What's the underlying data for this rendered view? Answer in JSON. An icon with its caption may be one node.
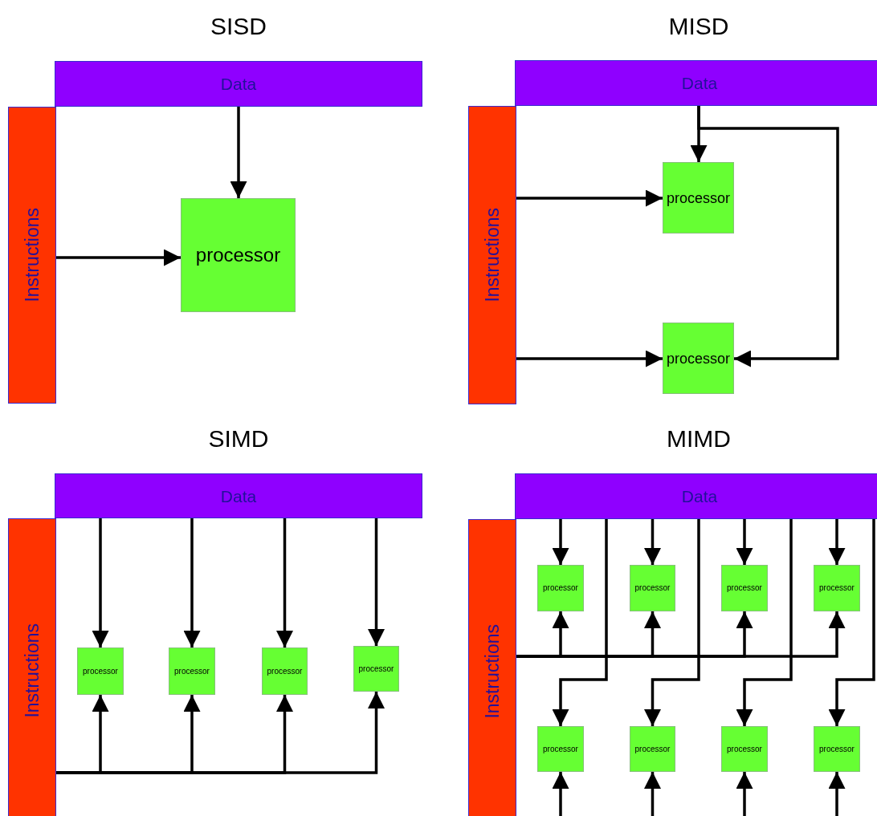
{
  "diagram": {
    "nodes": [
      {
        "text": [
          "Data"
        ]
      },
      {
        "text": [
          "Instructions"
        ]
      },
      {
        "text": [
          "processor"
        ]
      },
      {
        "text": [
          "Data"
        ]
      },
      {
        "text": [
          "Instructions"
        ]
      },
      {
        "text": [
          "processor"
        ]
      },
      {
        "text": [
          "processor"
        ]
      },
      {
        "text": [
          "Data"
        ]
      },
      {
        "text": [
          "Instructions"
        ]
      },
      {
        "text": [
          "processor"
        ]
      },
      {
        "text": [
          "processor"
        ]
      },
      {
        "text": [
          "processor"
        ]
      },
      {
        "text": [
          "processor"
        ]
      },
      {
        "text": [
          "Data"
        ]
      },
      {
        "text": [
          "Instructions"
        ]
      },
      {
        "text": [
          "processor"
        ]
      },
      {
        "text": [
          "processor"
        ]
      },
      {
        "text": [
          "processor"
        ]
      },
      {
        "text": [
          "processor"
        ]
      },
      {
        "text": [
          "processor"
        ]
      },
      {
        "text": [
          "processor"
        ]
      },
      {
        "text": [
          "processor"
        ]
      },
      {
        "text": [
          "processor"
        ]
      }
    ],
    "edges": [
      {
        "from": 0,
        "to": 2,
        "arrow": "to"
      },
      {
        "from": 1,
        "to": 2,
        "arrow": "to"
      },
      {
        "from": 3,
        "to": 5,
        "arrow": "to"
      },
      {
        "from": 3,
        "to": 6,
        "arrow": "to"
      },
      {
        "from": 4,
        "to": 5,
        "arrow": "to"
      },
      {
        "from": 4,
        "to": 6,
        "arrow": "to"
      },
      {
        "from": 7,
        "to": 9,
        "arrow": "to"
      },
      {
        "from": 7,
        "to": 10,
        "arrow": "to"
      },
      {
        "from": 7,
        "to": 11,
        "arrow": "to"
      },
      {
        "from": 7,
        "to": 12,
        "arrow": "to"
      },
      {
        "from": 8,
        "to": 9,
        "arrow": "to"
      },
      {
        "from": 8,
        "to": 10,
        "arrow": "to"
      },
      {
        "from": 8,
        "to": 11,
        "arrow": "to"
      },
      {
        "from": 8,
        "to": 12,
        "arrow": "to"
      },
      {
        "from": 13,
        "to": 15,
        "arrow": "to"
      },
      {
        "from": 13,
        "to": 16,
        "arrow": "to"
      },
      {
        "from": 13,
        "to": 17,
        "arrow": "to"
      },
      {
        "from": 13,
        "to": 18,
        "arrow": "to"
      },
      {
        "from": 14,
        "to": 15,
        "arrow": "to"
      },
      {
        "from": 14,
        "to": 16,
        "arrow": "to"
      },
      {
        "from": 14,
        "to": 17,
        "arrow": "to"
      },
      {
        "from": 14,
        "to": 18,
        "arrow": "to"
      },
      {
        "from": 13,
        "to": 19,
        "arrow": "to"
      },
      {
        "from": 13,
        "to": 20,
        "arrow": "to"
      },
      {
        "from": 13,
        "to": 21,
        "arrow": "to"
      },
      {
        "from": 13,
        "to": 22,
        "arrow": "to"
      },
      {
        "from": null,
        "to": 19,
        "arrow": "to"
      },
      {
        "from": null,
        "to": 20,
        "arrow": "to"
      },
      {
        "from": null,
        "to": 21,
        "arrow": "to"
      },
      {
        "from": null,
        "to": 22,
        "arrow": "to"
      }
    ],
    "labels": [
      "SISD",
      "MISD",
      "SIMD",
      "MIMD"
    ]
  }
}
